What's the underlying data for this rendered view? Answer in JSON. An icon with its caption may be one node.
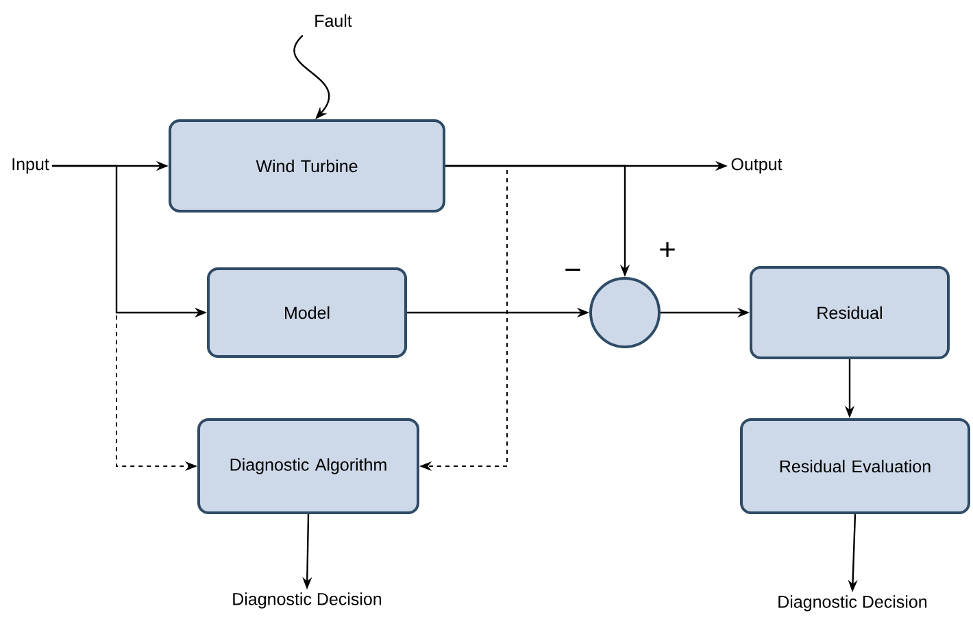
{
  "diagram": {
    "nodes": [
      {
        "text": [
          "Fault"
        ]
      },
      {
        "text": [
          "Input"
        ]
      },
      {
        "text": [
          "Wind Turbine"
        ]
      },
      {
        "text": [
          "Output"
        ]
      },
      {
        "text": [
          "Model"
        ]
      },
      {
        "text": [],
        "shape": "circle"
      },
      {
        "text": [
          "Residual"
        ]
      },
      {
        "text": [
          "Diagnostic Algorithm"
        ]
      },
      {
        "text": [
          "Residual Evaluation"
        ]
      },
      {
        "text": [
          "Diagnostic Decision"
        ]
      },
      {
        "text": [
          "Diagnostic Decision"
        ]
      }
    ],
    "edges": [
      {
        "from": 0,
        "to": 2,
        "arrow": "to"
      },
      {
        "from": 1,
        "to": 2,
        "arrow": "to"
      },
      {
        "from": 1,
        "to": 4,
        "arrow": "to"
      },
      {
        "from": 1,
        "to": 7,
        "arrow": "to",
        "style": "dashed"
      },
      {
        "from": 2,
        "to": 3,
        "arrow": "to"
      },
      {
        "from": 2,
        "to": 5,
        "arrow": "to"
      },
      {
        "from": 2,
        "to": 7,
        "arrow": "to",
        "style": "dashed"
      },
      {
        "from": 4,
        "to": 5,
        "arrow": "to"
      },
      {
        "from": 5,
        "to": 6,
        "arrow": "to"
      },
      {
        "from": 6,
        "to": 8,
        "arrow": "to"
      },
      {
        "from": 7,
        "to": 9,
        "arrow": "to"
      },
      {
        "from": 8,
        "to": 10,
        "arrow": "to"
      }
    ],
    "labels": [
      "−",
      "+"
    ]
  }
}
